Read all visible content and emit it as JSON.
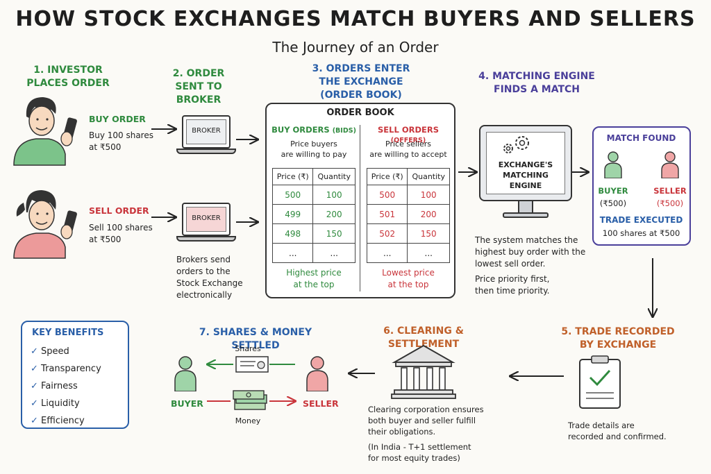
{
  "title": "HOW STOCK EXCHANGES MATCH BUYERS AND SELLERS",
  "subtitle": "The Journey of an Order",
  "step1": {
    "heading": "1. INVESTOR PLACES ORDER",
    "buy_label": "BUY ORDER",
    "buy_text_1": "Buy 100 shares",
    "buy_text_2": "at ₹500",
    "sell_label": "SELL ORDER",
    "sell_text_1": "Sell 100 shares",
    "sell_text_2": "at ₹500"
  },
  "step2": {
    "heading": "2. ORDER SENT TO BROKER",
    "broker_label_1": "BROKER",
    "broker_label_2": "BROKER",
    "note_1": "Brokers send",
    "note_2": "orders to the",
    "note_3": "Stock Exchange",
    "note_4": "electronically"
  },
  "step3": {
    "heading_1": "3. ORDERS ENTER",
    "heading_2": "THE EXCHANGE",
    "heading_3": "(ORDER BOOK)",
    "book_title": "ORDER BOOK",
    "buy_title": "BUY ORDERS",
    "buy_title_sub": "(BIDS)",
    "buy_desc_1": "Price buyers",
    "buy_desc_2": "are willing to pay",
    "sell_title": "SELL ORDERS",
    "sell_title_sub": "(OFFERS)",
    "sell_desc_1": "Price sellers",
    "sell_desc_2": "are willing to accept",
    "col_price": "Price (₹)",
    "col_qty": "Quantity",
    "buy_rows": [
      [
        "500",
        "100"
      ],
      [
        "499",
        "200"
      ],
      [
        "498",
        "150"
      ],
      [
        "...",
        "..."
      ]
    ],
    "sell_rows": [
      [
        "500",
        "100"
      ],
      [
        "501",
        "200"
      ],
      [
        "502",
        "150"
      ],
      [
        "...",
        "..."
      ]
    ],
    "buy_footer_1": "Highest price",
    "buy_footer_2": "at the top",
    "sell_footer_1": "Lowest price",
    "sell_footer_2": "at the top"
  },
  "step4": {
    "heading_1": "4. MATCHING ENGINE",
    "heading_2": "FINDS A MATCH",
    "screen_1": "EXCHANGE'S",
    "screen_2": "MATCHING",
    "screen_3": "ENGINE",
    "note_1": "The system matches the",
    "note_2": "highest buy order with the",
    "note_3": "lowest sell order.",
    "note_4": "Price priority first,",
    "note_5": "then time priority."
  },
  "match": {
    "title": "MATCH FOUND",
    "buyer": "BUYER",
    "buyer_price": "(₹500)",
    "seller": "SELLER",
    "seller_price": "(₹500)",
    "executed": "TRADE EXECUTED",
    "executed_text": "100 shares at ₹500"
  },
  "step5": {
    "heading_1": "5. TRADE RECORDED",
    "heading_2": "BY EXCHANGE",
    "note_1": "Trade details are",
    "note_2": "recorded and confirmed."
  },
  "step6": {
    "heading": "6. CLEARING & SETTLEMENT",
    "note_1": "Clearing corporation ensures",
    "note_2": "both buyer and seller fulfill",
    "note_3": "their obligations.",
    "note_4": "(In India - T+1 settlement",
    "note_5": "for most equity trades)"
  },
  "step7": {
    "heading": "7. SHARES & MONEY SETTLED",
    "shares": "Shares",
    "money": "Money",
    "buyer": "BUYER",
    "seller": "SELLER"
  },
  "benefits": {
    "title": "KEY BENEFITS",
    "items": [
      "Speed",
      "Transparency",
      "Fairness",
      "Liquidity",
      "Efficiency"
    ]
  },
  "colors": {
    "green": "#2f8a3e",
    "red": "#c9353b",
    "blue": "#2a5fa8",
    "purple": "#4a3f9a",
    "orange": "#c0602a"
  }
}
